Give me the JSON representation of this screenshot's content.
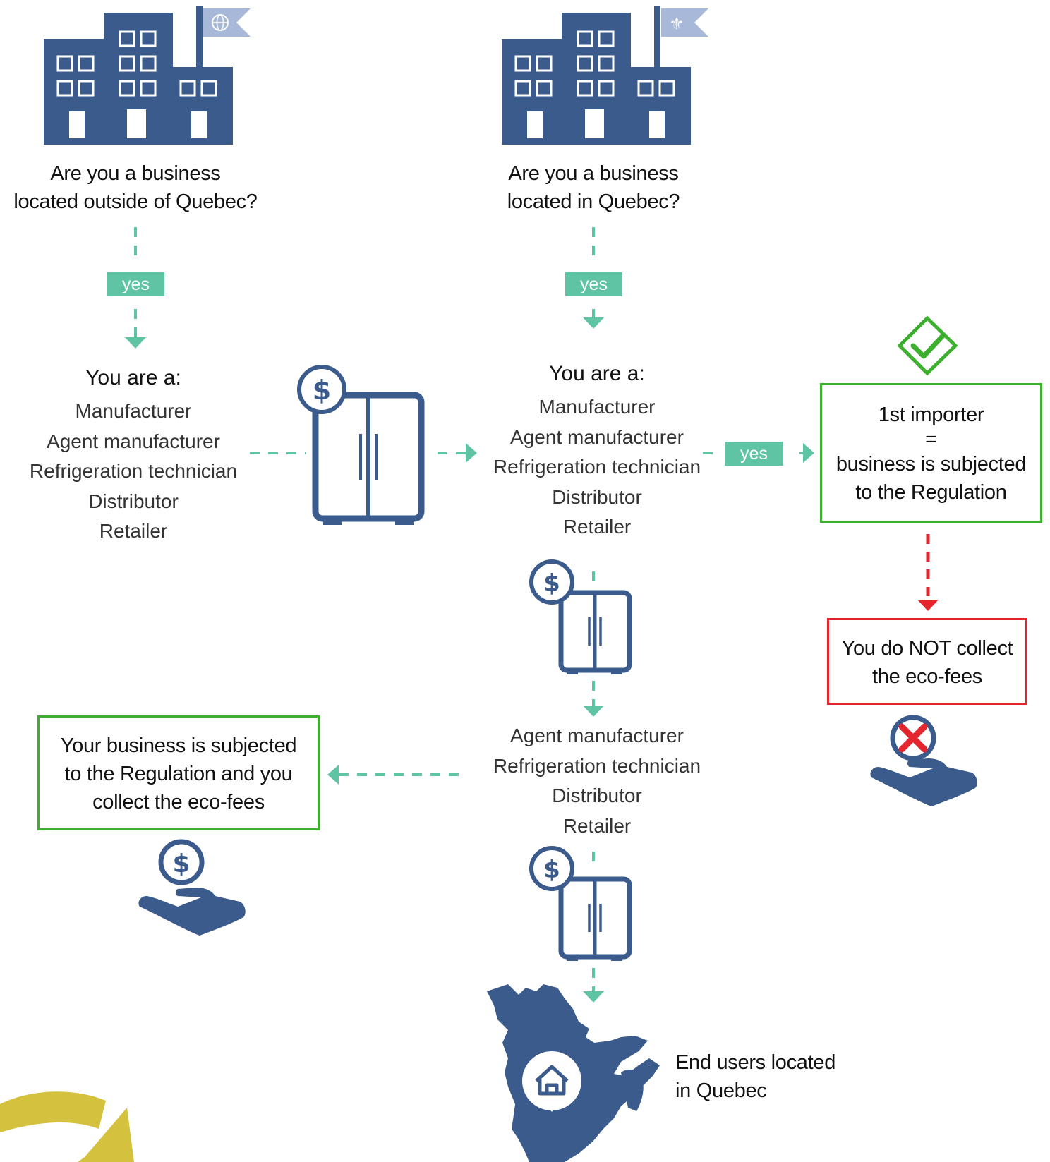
{
  "left": {
    "question": [
      "Are you a business",
      "located outside of Quebec?"
    ],
    "yes": "yes",
    "you_are_a": "You are a:",
    "roles": [
      "Manufacturer",
      "Agent manufacturer",
      "Refrigeration technician",
      "Distributor",
      "Retailer"
    ]
  },
  "center": {
    "question": [
      "Are you a business",
      "located in Quebec?"
    ],
    "yes": "yes",
    "you_are_a": "You are a:",
    "roles": [
      "Manufacturer",
      "Agent manufacturer",
      "Refrigeration technician",
      "Distributor",
      "Retailer"
    ],
    "roles_lower": [
      "Agent manufacturer",
      "Refrigeration technician",
      "Distributor",
      "Retailer"
    ],
    "end_users": [
      "End users located",
      "in Quebec"
    ]
  },
  "right": {
    "yes": "yes",
    "importer_box": [
      "1st importer",
      "=",
      "business is subjected",
      "to the Regulation"
    ],
    "no_collect_box": [
      "You do NOT collect",
      "the eco-fees"
    ]
  },
  "collect_box": [
    "Your business is subjected",
    "to the Regulation and you",
    "collect the eco-fees"
  ],
  "icons": {
    "building_outside": "building-globe-flag-icon",
    "building_quebec": "building-fleur-de-lis-flag-icon",
    "fridge": "refrigerator-dollar-icon",
    "hand_dollar": "hand-dollar-icon",
    "hand_no": "hand-no-dollar-icon",
    "map": "quebec-map-home-pin-icon",
    "check": "check-diamond-icon"
  },
  "colors": {
    "navy": "#3b5b8c",
    "teal": "#5fc4a4",
    "green": "#3cb02e",
    "red": "#e3262d",
    "gold": "#d4c13e"
  }
}
